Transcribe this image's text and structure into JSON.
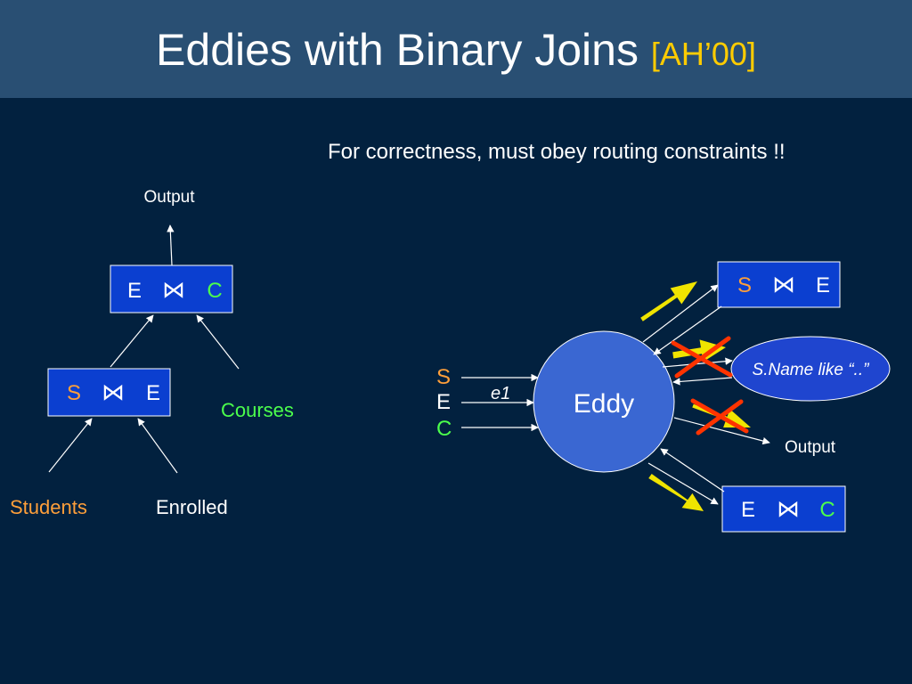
{
  "slide": {
    "title": "Eddies with Binary Joins",
    "citation": "[AH’00]",
    "caption": "For correctness, must obey routing constraints !!"
  },
  "colors": {
    "background": "#02213f",
    "title_bar": "#294f73",
    "citation": "#ffcc00",
    "join_box_fill": "#0b3fd0",
    "eddy_fill": "#3a67d2",
    "selection_fill": "#1f45cf",
    "S": "#ff9f3a",
    "E": "#ffffff",
    "C": "#4cff4c",
    "highlight_arrow": "#f0e400",
    "cross": "#ff3300"
  },
  "left_plan": {
    "output_label": "Output",
    "top_join": {
      "left": "E",
      "op": "⋈",
      "right": "C"
    },
    "bottom_join": {
      "left": "S",
      "op": "⋈",
      "right": "E"
    },
    "courses_label": "Courses",
    "students_label": "Students",
    "enrolled_label": "Enrolled"
  },
  "eddy_plan": {
    "eddy_label": "Eddy",
    "inputs": [
      "S",
      "E",
      "C"
    ],
    "tuple_label": "e1",
    "join_se": {
      "left": "S",
      "op": "⋈",
      "right": "E"
    },
    "selection": "S.Name like “..”",
    "output_label": "Output",
    "join_ec": {
      "left": "E",
      "op": "⋈",
      "right": "C"
    }
  }
}
